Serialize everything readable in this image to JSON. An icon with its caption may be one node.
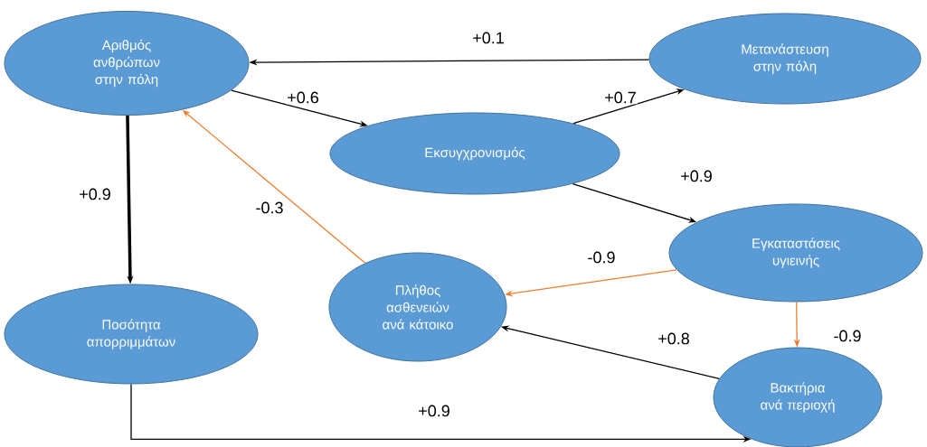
{
  "diagram": {
    "nodes": [
      {
        "text": [
          "Αριθμός ανθρώπων στην πόλη"
        ]
      },
      {
        "text": [
          "Μετανάστευση στην πόλη"
        ]
      },
      {
        "text": [
          "Εκσυγχρονισμός"
        ]
      },
      {
        "text": [
          "Εγκαταστάσεις υγιεινής"
        ]
      },
      {
        "text": [
          "Πλήθος ασθενειών ανά κάτοικο"
        ]
      },
      {
        "text": [
          "Ποσότητα απορριμμάτων"
        ]
      },
      {
        "text": [
          "Βακτήρια ανά περιοχή"
        ]
      }
    ],
    "edges": [
      {
        "from": 1,
        "to": 0,
        "arrow": "to",
        "label": "+0.1"
      },
      {
        "from": 0,
        "to": 2,
        "arrow": "to",
        "label": "+0.6"
      },
      {
        "from": 2,
        "to": 1,
        "arrow": "to",
        "label": "+0.7"
      },
      {
        "from": 2,
        "to": 3,
        "arrow": "to",
        "label": "+0.9"
      },
      {
        "from": 0,
        "to": 5,
        "arrow": "to",
        "label": "+0.9",
        "style": "thick"
      },
      {
        "from": 4,
        "to": 0,
        "arrow": "to",
        "label": "-0.3",
        "color": "#ed7d31"
      },
      {
        "from": 3,
        "to": 4,
        "arrow": "to",
        "label": "-0.9",
        "color": "#ed7d31"
      },
      {
        "from": 3,
        "to": 6,
        "arrow": "to",
        "label": "-0.9",
        "color": "#ed7d31"
      },
      {
        "from": 6,
        "to": 4,
        "arrow": "to",
        "label": "+0.8"
      },
      {
        "from": 5,
        "to": 6,
        "arrow": "to",
        "label": "+0.9"
      }
    ]
  }
}
